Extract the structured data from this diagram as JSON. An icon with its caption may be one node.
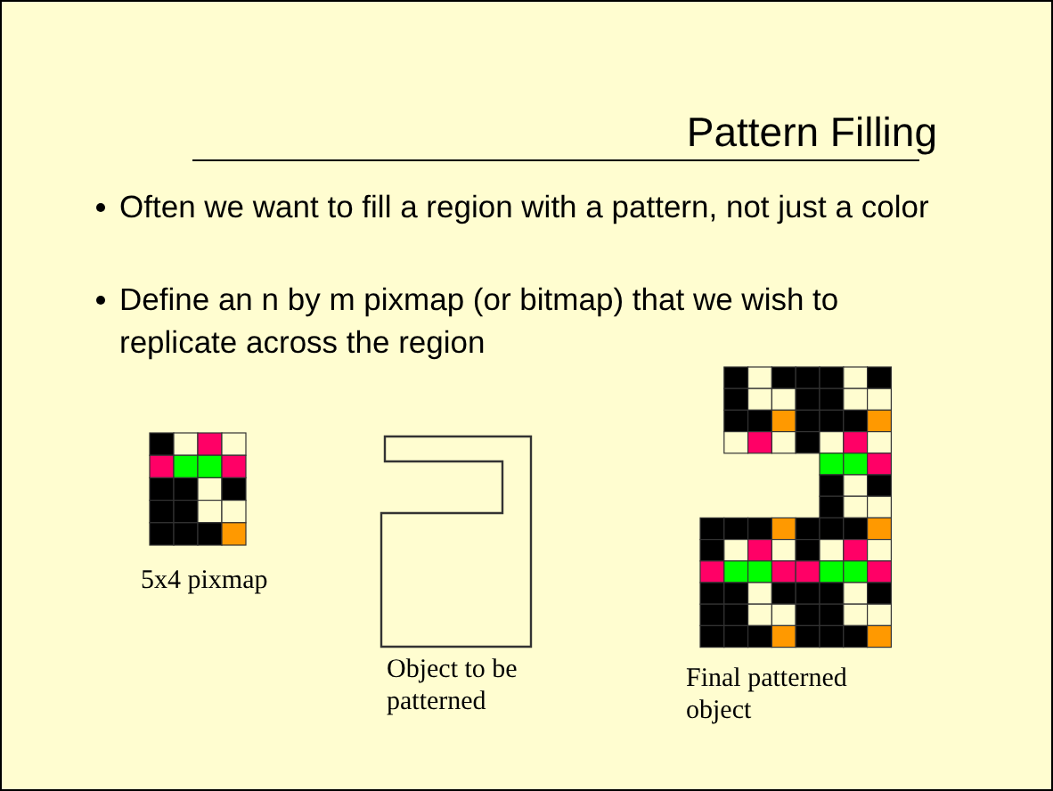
{
  "diagram": {
    "title": "Pattern Filling",
    "labels": [
      "Often we want to fill a region with a pattern, not just a color",
      "Define an n by m pixmap (or bitmap) that we wish to replicate across the region",
      "5x4 pixmap",
      "Object to be patterned",
      "Final patterned object"
    ]
  }
}
